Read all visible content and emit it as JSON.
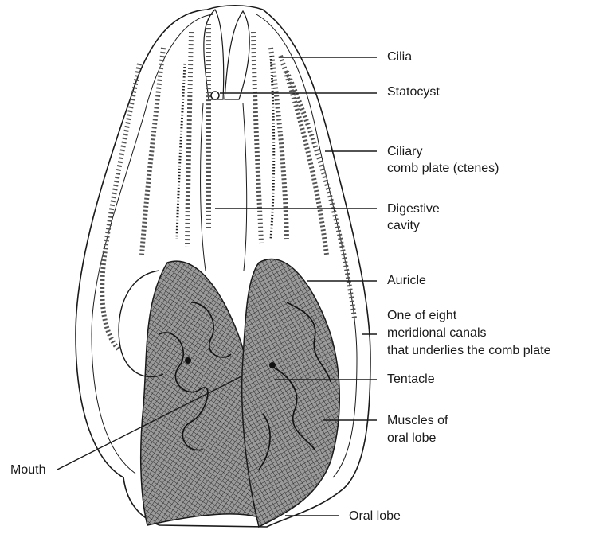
{
  "labels": {
    "cilia": "Cilia",
    "statocyst": "Statocyst",
    "ciliary_comb_plate": [
      "Ciliary",
      "comb plate (ctenes)"
    ],
    "digestive_cavity": [
      "Digestive",
      "cavity"
    ],
    "auricle": "Auricle",
    "meridional_canals": [
      "One of eight",
      "meridional canals",
      "that underlies the comb plate"
    ],
    "tentacle": "Tentacle",
    "muscles_oral_lobe": [
      "Muscles of",
      "oral lobe"
    ],
    "mouth": "Mouth",
    "oral_lobe": "Oral lobe"
  },
  "colors": {
    "ink": "#1a1a1a",
    "background": "#ffffff",
    "muscle_fill": "#6e6e6e"
  }
}
